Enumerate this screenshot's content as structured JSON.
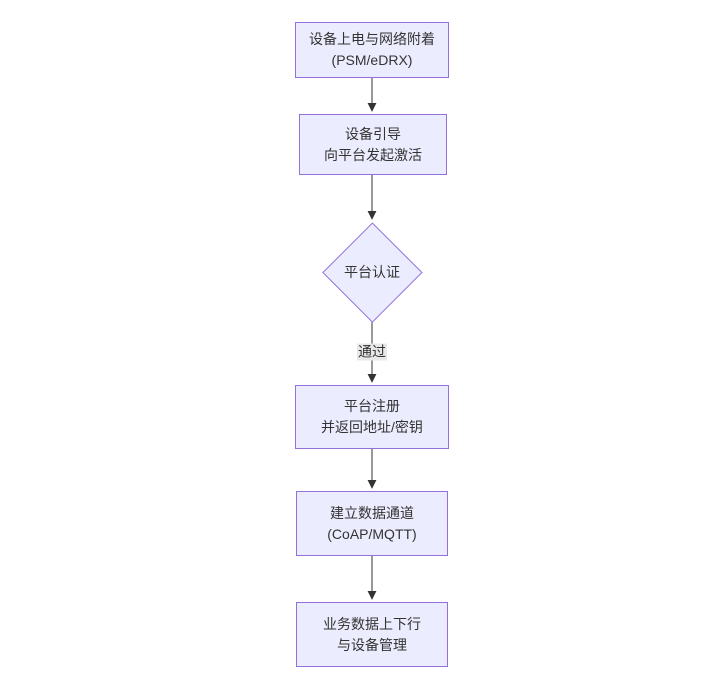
{
  "diagram": {
    "type": "flowchart",
    "direction": "top-down",
    "colors": {
      "node-fill": "#ECECFF",
      "node-border": "#9370DB",
      "text": "#333333",
      "edge": "#333333",
      "edge-label-bg": "#e8e8e8",
      "background": "#ffffff"
    },
    "nodes": [
      {
        "id": "attach",
        "shape": "rect",
        "lines": [
          "设备上电与网络附着",
          "(PSM/eDRX)"
        ]
      },
      {
        "id": "bootstrap",
        "shape": "rect",
        "lines": [
          "设备引导",
          "向平台发起激活"
        ]
      },
      {
        "id": "auth",
        "shape": "diamond",
        "lines": [
          "平台认证"
        ]
      },
      {
        "id": "register",
        "shape": "rect",
        "lines": [
          "平台注册",
          "并返回地址/密钥"
        ]
      },
      {
        "id": "channel",
        "shape": "rect",
        "lines": [
          "建立数据通道",
          "(CoAP/MQTT)"
        ]
      },
      {
        "id": "business",
        "shape": "rect",
        "lines": [
          "业务数据上下行",
          "与设备管理"
        ]
      }
    ],
    "edges": [
      {
        "from": "attach",
        "to": "bootstrap",
        "label": ""
      },
      {
        "from": "bootstrap",
        "to": "auth",
        "label": ""
      },
      {
        "from": "auth",
        "to": "register",
        "label": "通过"
      },
      {
        "from": "register",
        "to": "channel",
        "label": ""
      },
      {
        "from": "channel",
        "to": "business",
        "label": ""
      }
    ]
  }
}
